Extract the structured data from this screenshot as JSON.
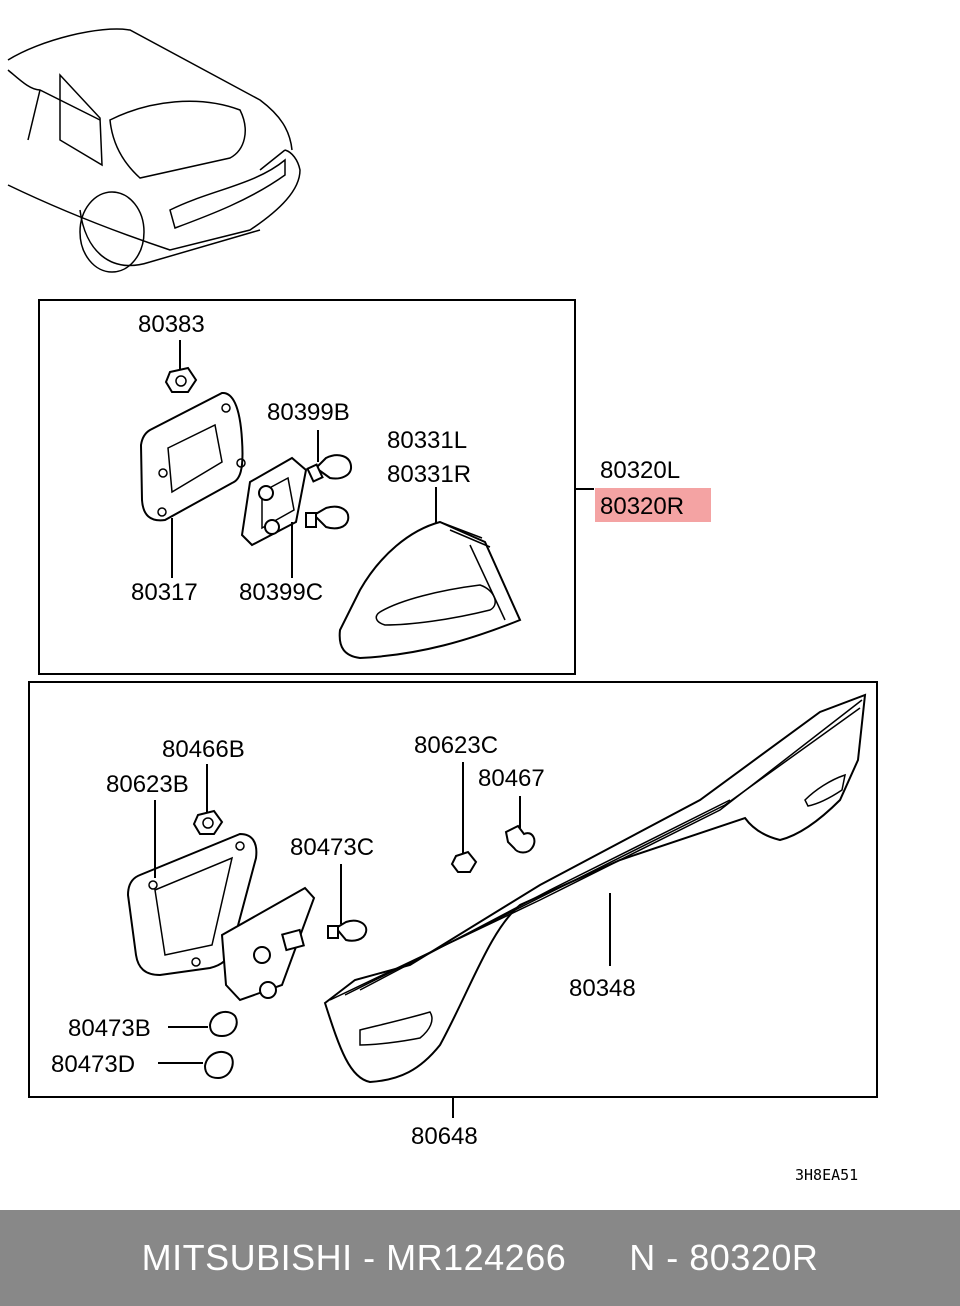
{
  "labels": {
    "p80383": "80383",
    "p80399B": "80399B",
    "p80331L": "80331L",
    "p80331R": "80331R",
    "p80320L": "80320L",
    "p80320R": "80320R",
    "p80317": "80317",
    "p80399C": "80399C",
    "p80466B": "80466B",
    "p80623B": "80623B",
    "p80623C": "80623C",
    "p80467": "80467",
    "p80473C": "80473C",
    "p80348": "80348",
    "p80473B": "80473B",
    "p80473D": "80473D",
    "p80648": "80648"
  },
  "diagram_code": "3H8EA51",
  "highlight_color": "#f4a3a3",
  "footer": {
    "text": "MITSUBISHI - MR124266      N - 80320R",
    "background": "#888888"
  }
}
